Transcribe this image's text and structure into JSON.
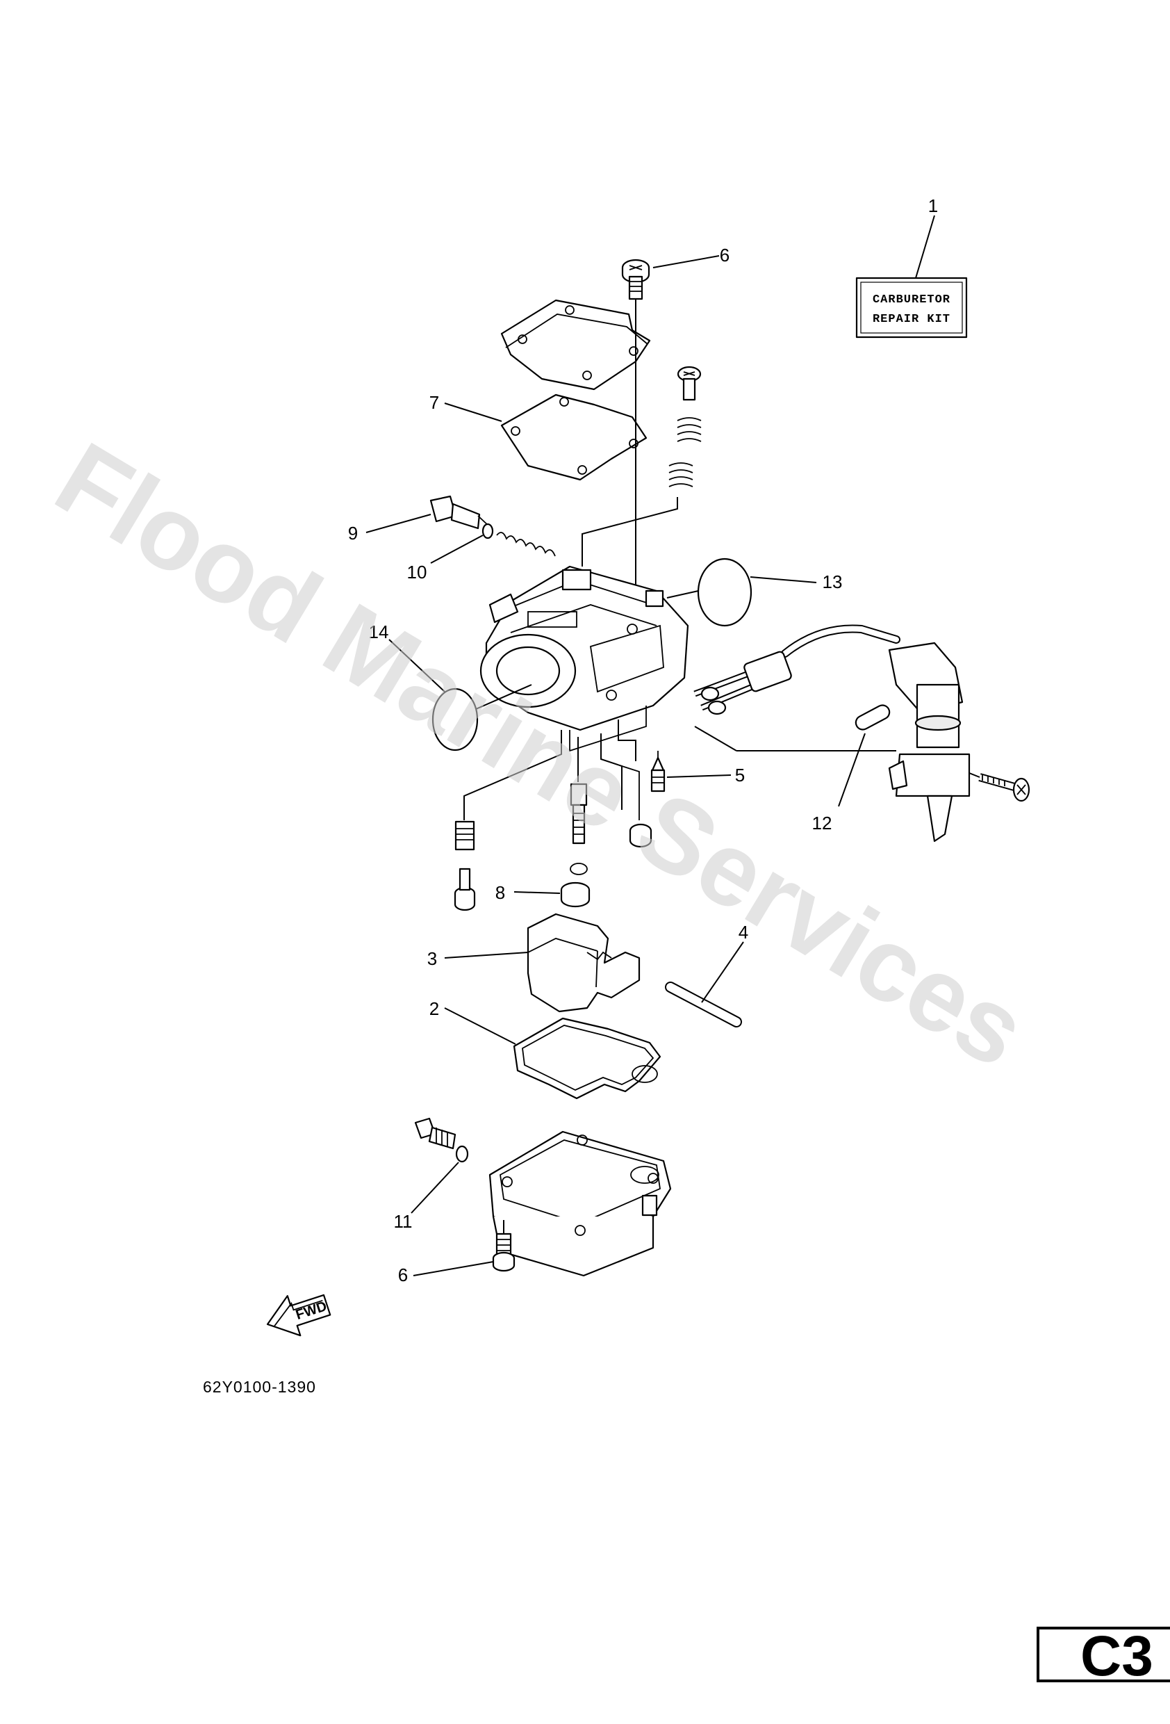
{
  "kit_label": {
    "line1": "CARBURETOR",
    "line2": "REPAIR KIT"
  },
  "callouts": {
    "c1": "1",
    "c2": "2",
    "c3": "3",
    "c4": "4",
    "c5": "5",
    "c6_top": "6",
    "c6_bottom": "6",
    "c7": "7",
    "c8": "8",
    "c9": "9",
    "c10": "10",
    "c11": "11",
    "c12": "12",
    "c13": "13",
    "c14": "14"
  },
  "fwd_label": "FWD",
  "doc_number": "62Y0100-1390",
  "page_code": "C3",
  "watermark": "Flood Marine Services"
}
